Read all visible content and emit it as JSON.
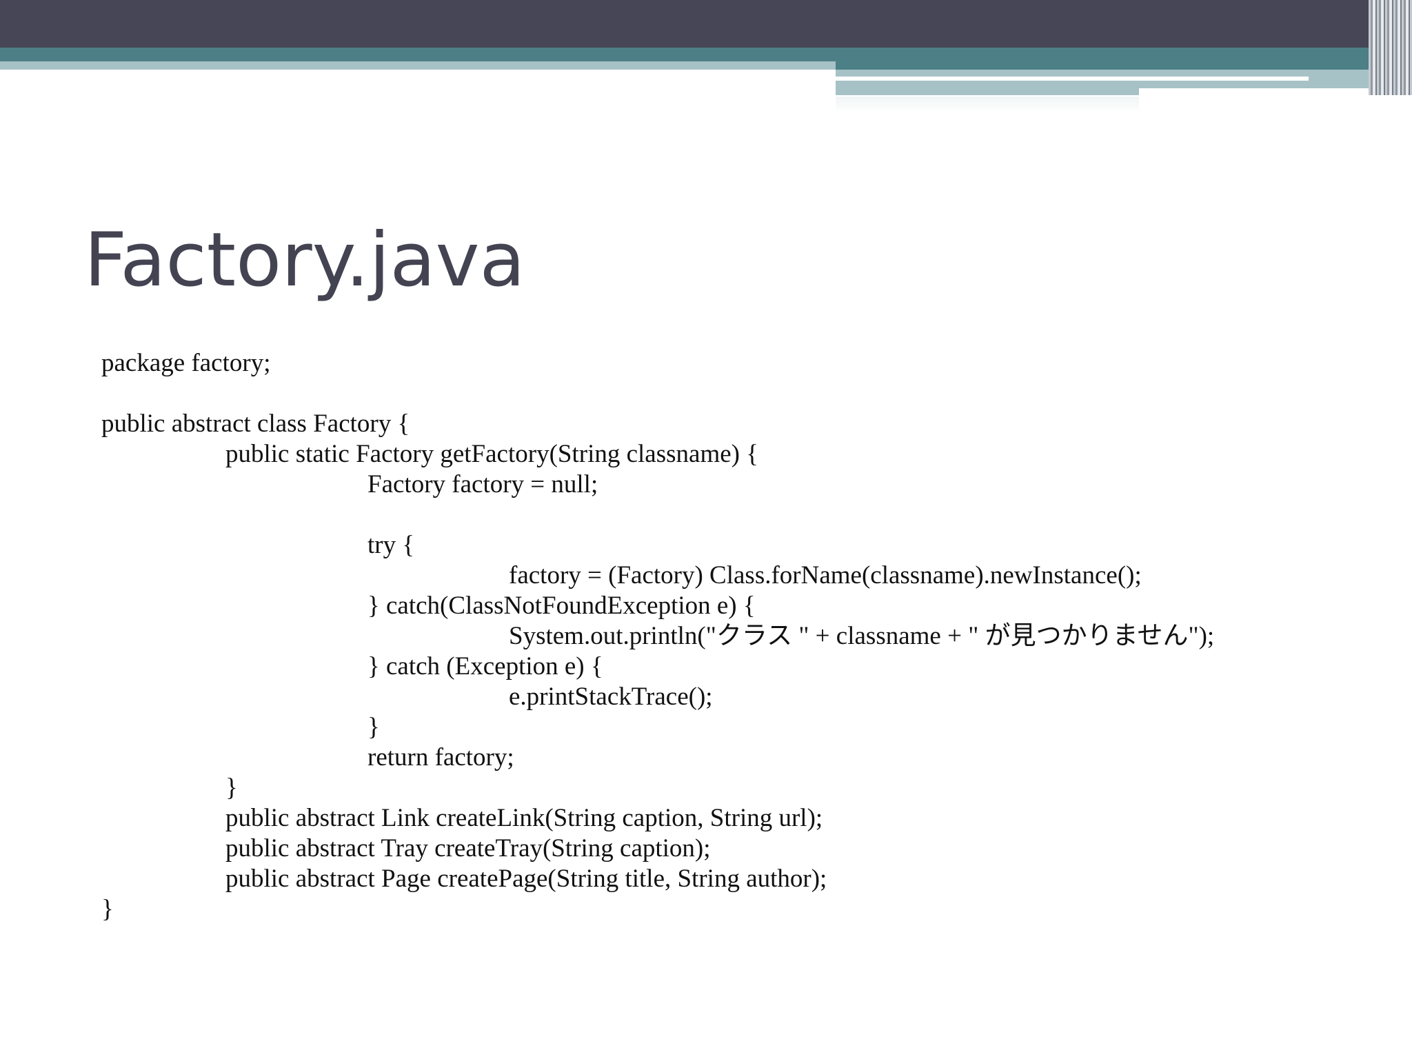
{
  "slide": {
    "title": "Factory.java",
    "code_lines": [
      {
        "indent": 0,
        "text": "package factory;"
      },
      {
        "indent": 0,
        "text": ""
      },
      {
        "indent": 0,
        "text": "public abstract class Factory {"
      },
      {
        "indent": 1,
        "text": "public static Factory getFactory(String classname) {"
      },
      {
        "indent": 2,
        "text": "Factory factory = null;"
      },
      {
        "indent": 2,
        "text": ""
      },
      {
        "indent": 2,
        "text": "try {"
      },
      {
        "indent": 3,
        "text": "factory = (Factory) Class.forName(classname).newInstance();"
      },
      {
        "indent": 2,
        "text": "} catch(ClassNotFoundException e) {"
      },
      {
        "indent": 3,
        "text": "System.out.println(\"クラス \" + classname + \" が見つかりません\");"
      },
      {
        "indent": 2,
        "text": "} catch (Exception e) {"
      },
      {
        "indent": 3,
        "text": "e.printStackTrace();"
      },
      {
        "indent": 2,
        "text": "}"
      },
      {
        "indent": 2,
        "text": "return factory;"
      },
      {
        "indent": 1,
        "text": "}"
      },
      {
        "indent": 1,
        "text": "public abstract Link createLink(String caption, String url);"
      },
      {
        "indent": 1,
        "text": "public abstract Tray createTray(String caption);"
      },
      {
        "indent": 1,
        "text": "public abstract Page createPage(String title, String author);"
      },
      {
        "indent": 0,
        "text": "}"
      }
    ]
  },
  "colors": {
    "header_dark": "#464656",
    "header_teal": "#4c7f86",
    "header_light": "#a6c2c6",
    "title_text": "#434352",
    "code_text": "#111111"
  }
}
